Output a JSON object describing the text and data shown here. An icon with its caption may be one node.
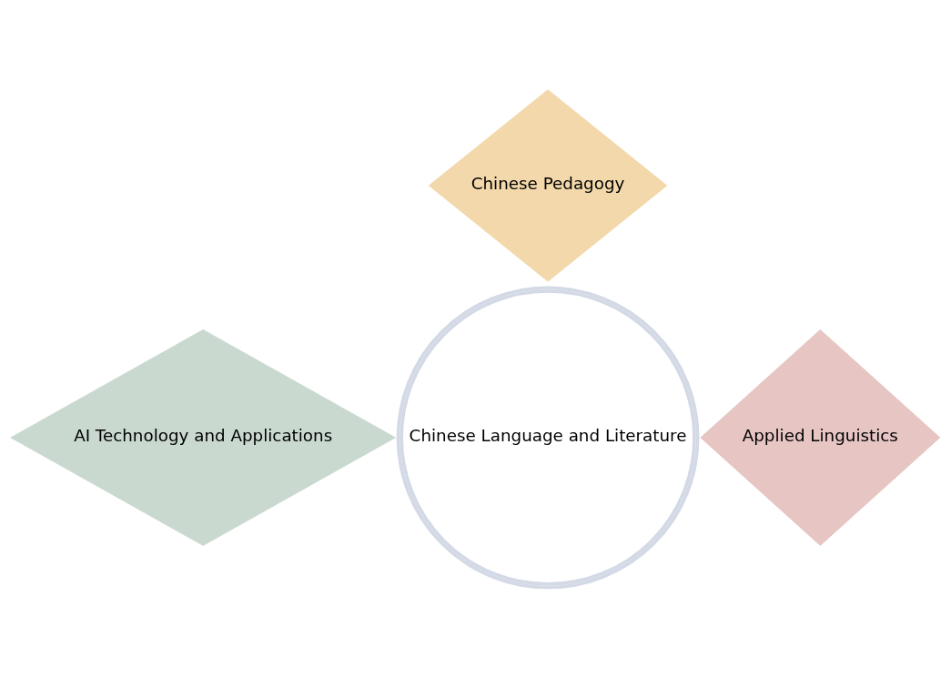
{
  "diagram": {
    "nodes": [
      {
        "text": [
          "Chinese Pedagogy"
        ]
      },
      {
        "text": [
          "AI Technology and Applications"
        ]
      },
      {
        "text": [
          "Chinese Language and Literature"
        ]
      },
      {
        "text": [
          "Applied Linguistics"
        ]
      }
    ]
  }
}
